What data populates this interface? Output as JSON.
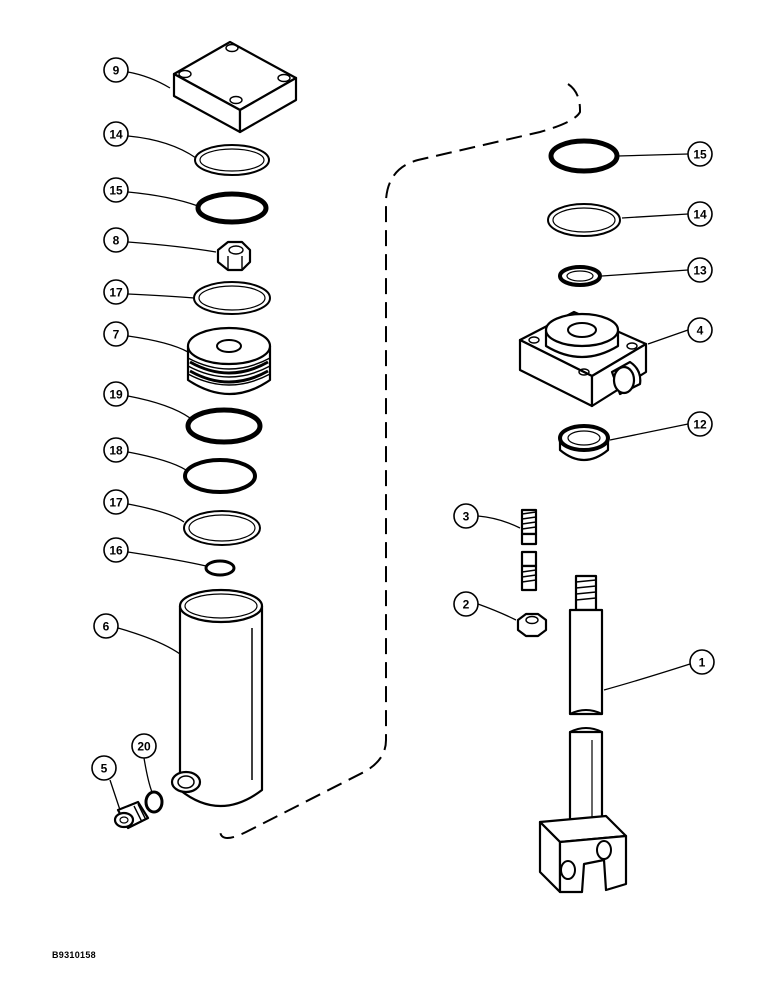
{
  "figure_code": "B9310158",
  "callouts": [
    {
      "id": "c9",
      "label": "9"
    },
    {
      "id": "c14a",
      "label": "14"
    },
    {
      "id": "c15a",
      "label": "15"
    },
    {
      "id": "c8",
      "label": "8"
    },
    {
      "id": "c17a",
      "label": "17"
    },
    {
      "id": "c7",
      "label": "7"
    },
    {
      "id": "c19",
      "label": "19"
    },
    {
      "id": "c18",
      "label": "18"
    },
    {
      "id": "c17b",
      "label": "17"
    },
    {
      "id": "c16",
      "label": "16"
    },
    {
      "id": "c6",
      "label": "6"
    },
    {
      "id": "c20",
      "label": "20"
    },
    {
      "id": "c5",
      "label": "5"
    },
    {
      "id": "c15b",
      "label": "15"
    },
    {
      "id": "c14b",
      "label": "14"
    },
    {
      "id": "c13",
      "label": "13"
    },
    {
      "id": "c4",
      "label": "4"
    },
    {
      "id": "c12",
      "label": "12"
    },
    {
      "id": "c3",
      "label": "3"
    },
    {
      "id": "c2",
      "label": "2"
    },
    {
      "id": "c1",
      "label": "1"
    }
  ],
  "colors": {
    "ink": "#000000",
    "paper": "#ffffff"
  }
}
